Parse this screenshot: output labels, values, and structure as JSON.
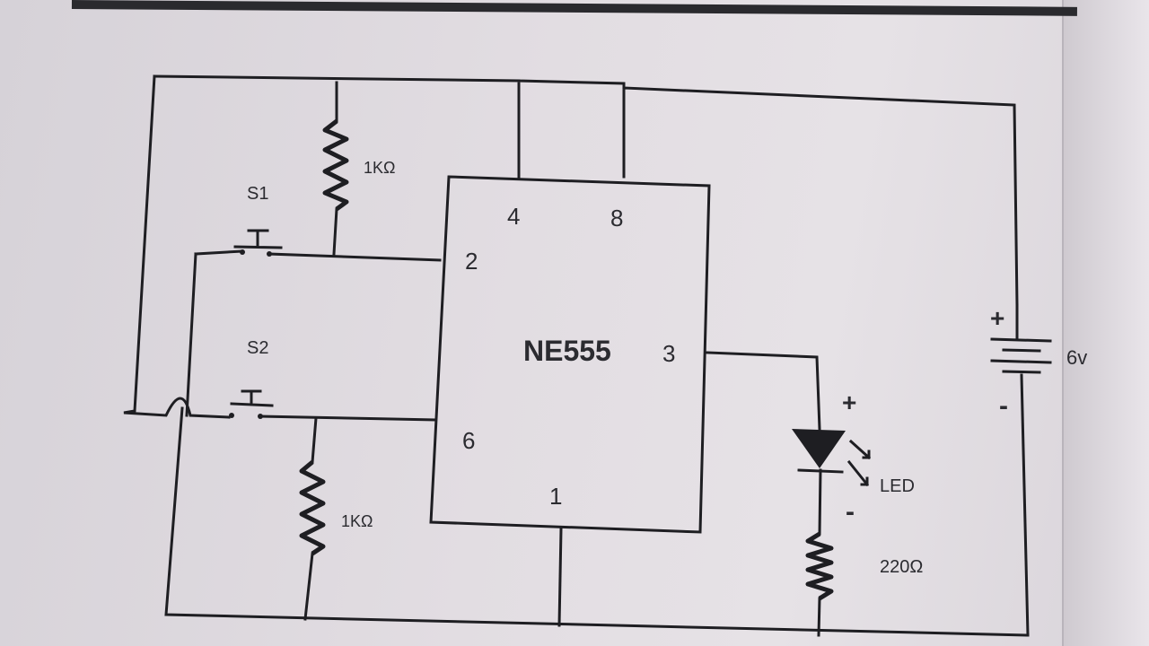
{
  "circuit": {
    "chip_label": "NE555",
    "pins": {
      "p4": "4",
      "p8": "8",
      "p2": "2",
      "p6": "6",
      "p3": "3",
      "p1": "1"
    },
    "switch_s1": "S1",
    "switch_s2": "S2",
    "resistor_top": "1KΩ",
    "resistor_bottom": "1KΩ",
    "resistor_led": "220Ω",
    "led_label": "LED",
    "led_plus": "+",
    "led_minus": "-",
    "battery_plus": "+",
    "battery_minus": "-",
    "battery_label": "6v"
  }
}
